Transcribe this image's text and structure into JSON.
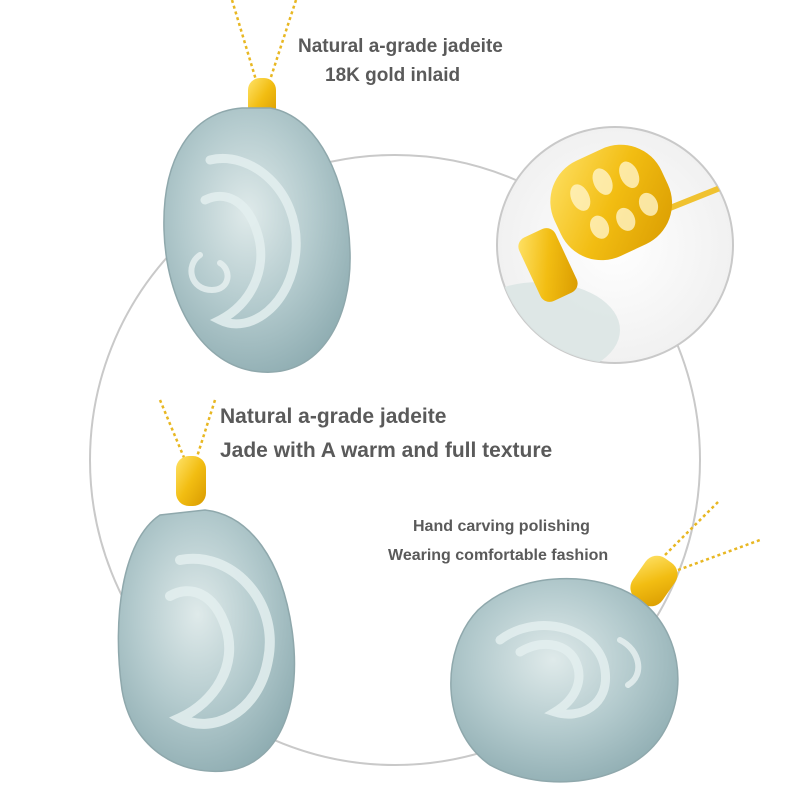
{
  "captions": {
    "top": {
      "line1": "Natural a-grade jadeite",
      "line2": "18K gold inlaid"
    },
    "middle": {
      "line1": "Natural a-grade jadeite",
      "line2": "Jade with A warm and full texture"
    },
    "bottom": {
      "line1": "Hand carving polishing",
      "line2": "Wearing comfortable fashion"
    }
  },
  "colors": {
    "jade": "#a9c3c6",
    "jade_light": "#d4e2e3",
    "gold": "#f2c21a",
    "text": "#5a5a5a",
    "ring": "#c9c9c9"
  }
}
